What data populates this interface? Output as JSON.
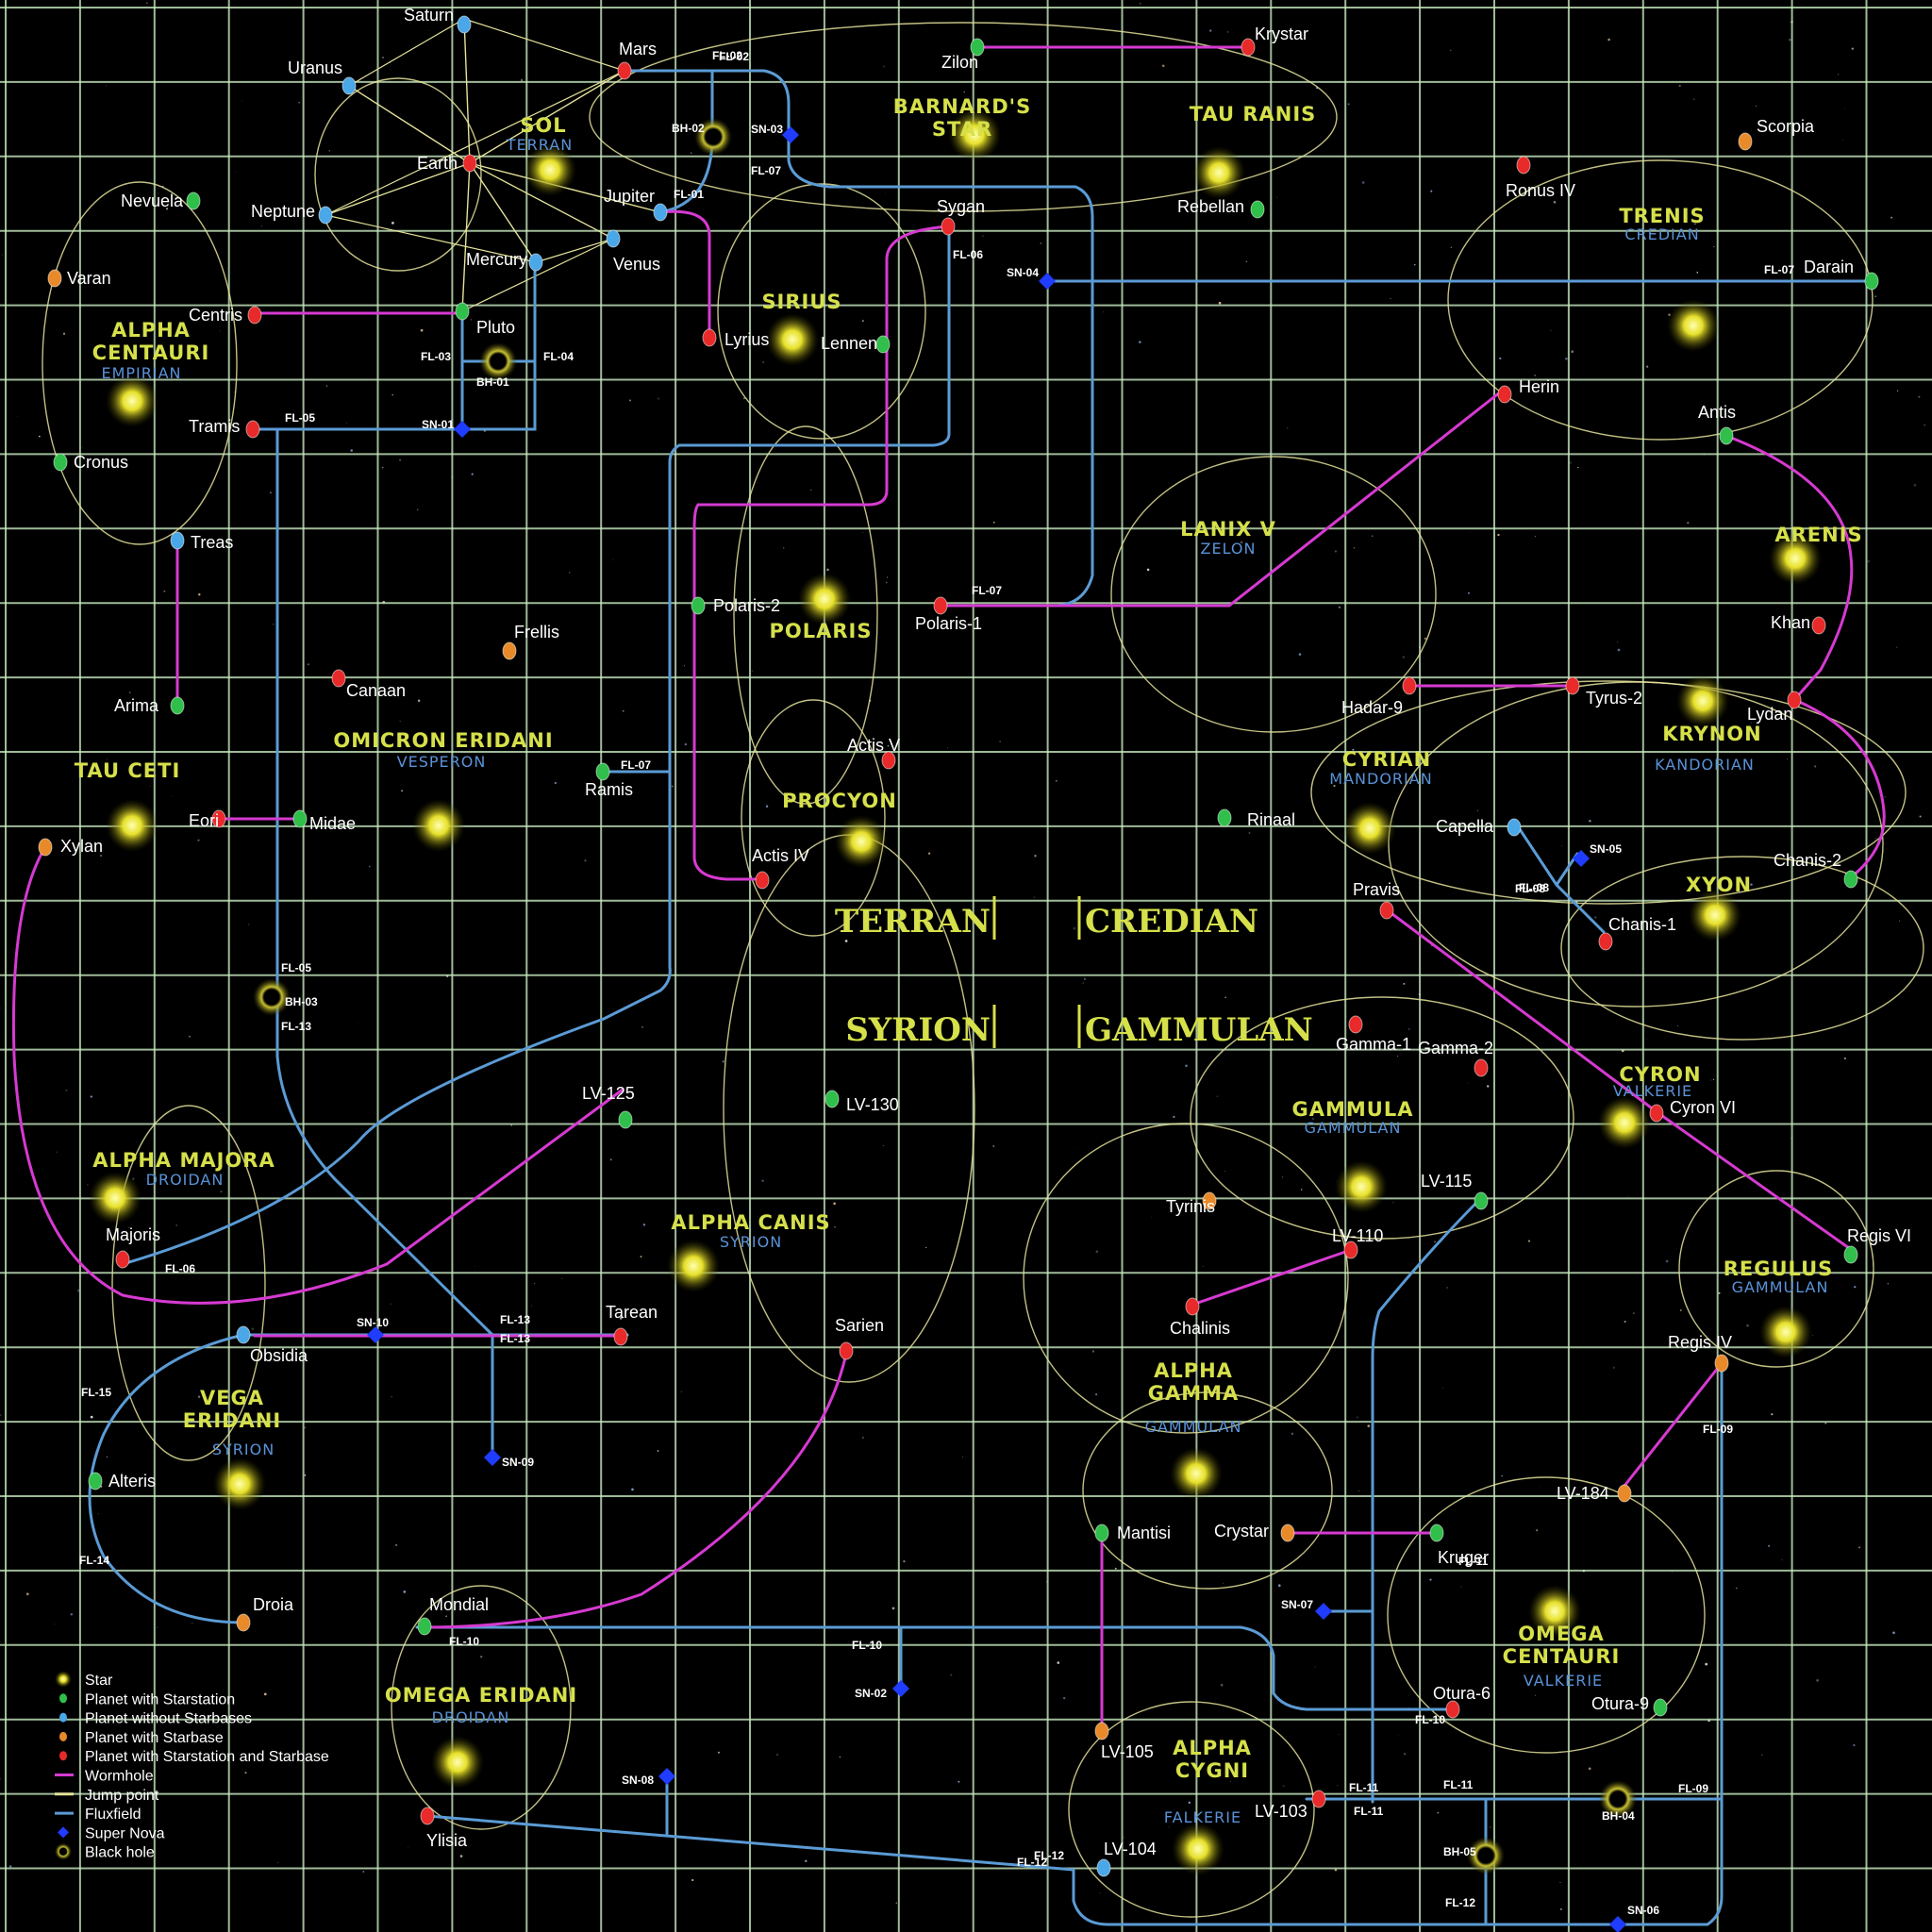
{
  "colors": {
    "grid": "#c7e9c0",
    "wormhole": "#d63ad1",
    "fluxfield": "#5b9bd5",
    "orbit": "#e4e29a",
    "system_label": "#d6e04a",
    "empire_label": "#5a92d8"
  },
  "regions": [
    "TERRAN",
    "CREDIAN",
    "SYRION",
    "GAMMULAN"
  ],
  "systems": [
    {
      "name": "SOL",
      "empire": "TERRAN"
    },
    {
      "name": "BARNARD'S STAR",
      "empire": ""
    },
    {
      "name": "TAU RANIS",
      "empire": ""
    },
    {
      "name": "TRENIS",
      "empire": "CREDIAN"
    },
    {
      "name": "ALPHA CENTAURI",
      "empire": "EMPIRIAN"
    },
    {
      "name": "SIRIUS",
      "empire": ""
    },
    {
      "name": "POLARIS",
      "empire": ""
    },
    {
      "name": "LANIX V",
      "empire": "ZELON"
    },
    {
      "name": "ARENIS",
      "empire": ""
    },
    {
      "name": "OMICRON ERIDANI",
      "empire": "VESPERON"
    },
    {
      "name": "TAU CETI",
      "empire": ""
    },
    {
      "name": "PROCYON",
      "empire": ""
    },
    {
      "name": "CYRIAN",
      "empire": "MANDORIAN"
    },
    {
      "name": "KRYNON",
      "empire": "KANDORIAN"
    },
    {
      "name": "XYON",
      "empire": ""
    },
    {
      "name": "CYRON",
      "empire": "VALKERIE"
    },
    {
      "name": "GAMMULA",
      "empire": "GAMMULAN"
    },
    {
      "name": "ALPHA MAJORA",
      "empire": "DROIDAN"
    },
    {
      "name": "ALPHA CANIS",
      "empire": "SYRION"
    },
    {
      "name": "REGULUS",
      "empire": "GAMMULAN"
    },
    {
      "name": "ALPHA GAMMA",
      "empire": "GAMMULAN"
    },
    {
      "name": "VEGA ERIDANI",
      "empire": "SYRION"
    },
    {
      "name": "OMEGA CENTAURI",
      "empire": "VALKERIE"
    },
    {
      "name": "OMEGA ERIDANI",
      "empire": "DROIDAN"
    },
    {
      "name": "ALPHA CYGNI",
      "empire": "FALKERIE"
    }
  ],
  "planets": [
    {
      "name": "Saturn",
      "type": "no_starbase"
    },
    {
      "name": "Uranus",
      "type": "no_starbase"
    },
    {
      "name": "Mars",
      "type": "starstation_and_starbase"
    },
    {
      "name": "Earth",
      "type": "starstation_and_starbase"
    },
    {
      "name": "Jupiter",
      "type": "no_starbase"
    },
    {
      "name": "Neptune",
      "type": "no_starbase"
    },
    {
      "name": "Mercury",
      "type": "no_starbase"
    },
    {
      "name": "Venus",
      "type": "no_starbase"
    },
    {
      "name": "Pluto",
      "type": "starstation"
    },
    {
      "name": "Nevuela",
      "type": "starstation"
    },
    {
      "name": "Varan",
      "type": "starbase"
    },
    {
      "name": "Centris",
      "type": "starstation_and_starbase"
    },
    {
      "name": "Tramis",
      "type": "starstation_and_starbase"
    },
    {
      "name": "Cronus",
      "type": "starstation"
    },
    {
      "name": "Treas",
      "type": "no_starbase"
    },
    {
      "name": "Zilon",
      "type": "starstation"
    },
    {
      "name": "Krystar",
      "type": "starstation_and_starbase"
    },
    {
      "name": "Rebellan",
      "type": "starstation"
    },
    {
      "name": "Sygan",
      "type": "starstation_and_starbase"
    },
    {
      "name": "Lyrius",
      "type": "starstation_and_starbase"
    },
    {
      "name": "Lennen",
      "type": "starstation"
    },
    {
      "name": "Scorpia",
      "type": "starbase"
    },
    {
      "name": "Ronus IV",
      "type": "starstation_and_starbase"
    },
    {
      "name": "Darain",
      "type": "starstation"
    },
    {
      "name": "Herin",
      "type": "starstation_and_starbase"
    },
    {
      "name": "Antis",
      "type": "starstation"
    },
    {
      "name": "Khan",
      "type": "starstation_and_starbase"
    },
    {
      "name": "Polaris-2",
      "type": "starstation"
    },
    {
      "name": "Polaris-1",
      "type": "starstation_and_starbase"
    },
    {
      "name": "Frellis",
      "type": "starbase"
    },
    {
      "name": "Canaan",
      "type": "starstation_and_starbase"
    },
    {
      "name": "Arima",
      "type": "starstation"
    },
    {
      "name": "Ramis",
      "type": "starstation"
    },
    {
      "name": "Eori",
      "type": "starstation_and_starbase"
    },
    {
      "name": "Midae",
      "type": "starstation"
    },
    {
      "name": "Xylan",
      "type": "starbase"
    },
    {
      "name": "Actis V",
      "type": "starstation_and_starbase"
    },
    {
      "name": "Actis IV",
      "type": "starstation_and_starbase"
    },
    {
      "name": "Hadar-9",
      "type": "starstation_and_starbase"
    },
    {
      "name": "Tyrus-2",
      "type": "starstation_and_starbase"
    },
    {
      "name": "Lydan",
      "type": "starstation_and_starbase"
    },
    {
      "name": "Rinaal",
      "type": "starstation"
    },
    {
      "name": "Capella",
      "type": "no_starbase"
    },
    {
      "name": "Pravis",
      "type": "starstation_and_starbase"
    },
    {
      "name": "Chanis-2",
      "type": "starstation"
    },
    {
      "name": "Chanis-1",
      "type": "starstation_and_starbase"
    },
    {
      "name": "Gamma-1",
      "type": "starstation_and_starbase"
    },
    {
      "name": "Gamma-2",
      "type": "starstation_and_starbase"
    },
    {
      "name": "Cyron VI",
      "type": "starstation_and_starbase"
    },
    {
      "name": "LV-125",
      "type": "starstation"
    },
    {
      "name": "LV-130",
      "type": "starstation"
    },
    {
      "name": "Tyrinis",
      "type": "starbase"
    },
    {
      "name": "LV-115",
      "type": "starstation"
    },
    {
      "name": "LV-110",
      "type": "starstation_and_starbase"
    },
    {
      "name": "Regis VI",
      "type": "starstation"
    },
    {
      "name": "Majoris",
      "type": "starstation_and_starbase"
    },
    {
      "name": "Chalinis",
      "type": "starstation_and_starbase"
    },
    {
      "name": "Tarean",
      "type": "starstation_and_starbase"
    },
    {
      "name": "Sarien",
      "type": "starstation_and_starbase"
    },
    {
      "name": "Obsidia",
      "type": "no_starbase"
    },
    {
      "name": "Regis IV",
      "type": "starbase"
    },
    {
      "name": "Alteris",
      "type": "starstation"
    },
    {
      "name": "LV-184",
      "type": "starbase"
    },
    {
      "name": "Mantisi",
      "type": "starstation"
    },
    {
      "name": "Crystar",
      "type": "starbase"
    },
    {
      "name": "Kruger",
      "type": "starstation"
    },
    {
      "name": "Droia",
      "type": "starbase"
    },
    {
      "name": "Mondial",
      "type": "starstation"
    },
    {
      "name": "Otura-6",
      "type": "starstation_and_starbase"
    },
    {
      "name": "Otura-9",
      "type": "starstation"
    },
    {
      "name": "LV-105",
      "type": "starbase"
    },
    {
      "name": "LV-103",
      "type": "starstation_and_starbase"
    },
    {
      "name": "LV-104",
      "type": "no_starbase"
    },
    {
      "name": "Ylisia",
      "type": "starstation_and_starbase"
    }
  ],
  "markers": [
    {
      "code": "BH-01",
      "type": "black_hole"
    },
    {
      "code": "BH-02",
      "type": "black_hole"
    },
    {
      "code": "BH-03",
      "type": "black_hole"
    },
    {
      "code": "BH-04",
      "type": "black_hole"
    },
    {
      "code": "BH-05",
      "type": "black_hole"
    },
    {
      "code": "SN-01",
      "type": "super_nova"
    },
    {
      "code": "SN-02",
      "type": "super_nova"
    },
    {
      "code": "SN-03",
      "type": "super_nova"
    },
    {
      "code": "SN-04",
      "type": "super_nova"
    },
    {
      "code": "SN-05",
      "type": "super_nova"
    },
    {
      "code": "SN-06",
      "type": "super_nova"
    },
    {
      "code": "SN-07",
      "type": "super_nova"
    },
    {
      "code": "SN-08",
      "type": "super_nova"
    },
    {
      "code": "SN-09",
      "type": "super_nova"
    },
    {
      "code": "SN-10",
      "type": "super_nova"
    }
  ],
  "fluxfield_labels": [
    "FL-01",
    "FL-02",
    "FL-03",
    "FL-04",
    "FL-05",
    "FL-06",
    "FL-07",
    "FL-08",
    "FL-09",
    "FL-10",
    "FL-11",
    "FL-12",
    "FL-13",
    "FL-14",
    "FL-15"
  ],
  "legend": [
    {
      "key": "star",
      "label": "Star",
      "color": "#f2ee3a"
    },
    {
      "key": "planet_starstation",
      "label": "Planet with Starstation",
      "color": "#2fbf4a"
    },
    {
      "key": "planet_no_starbase",
      "label": "Planet without Starbases",
      "color": "#4aa7e8"
    },
    {
      "key": "planet_starbase",
      "label": "Planet with Starbase",
      "color": "#e88a2a"
    },
    {
      "key": "planet_both",
      "label": "Planet with Starstation and Starbase",
      "color": "#e82a2a"
    },
    {
      "key": "wormhole",
      "label": "Wormhole",
      "color": "#d63ad1"
    },
    {
      "key": "jump_point",
      "label": "Jump point",
      "color": "#e4e29a"
    },
    {
      "key": "fluxfield",
      "label": "Fluxfield",
      "color": "#5b9bd5"
    },
    {
      "key": "super_nova",
      "label": "Super Nova",
      "color": "#1f3cff"
    },
    {
      "key": "black_hole",
      "label": "Black hole",
      "color": "#c9c232"
    }
  ]
}
